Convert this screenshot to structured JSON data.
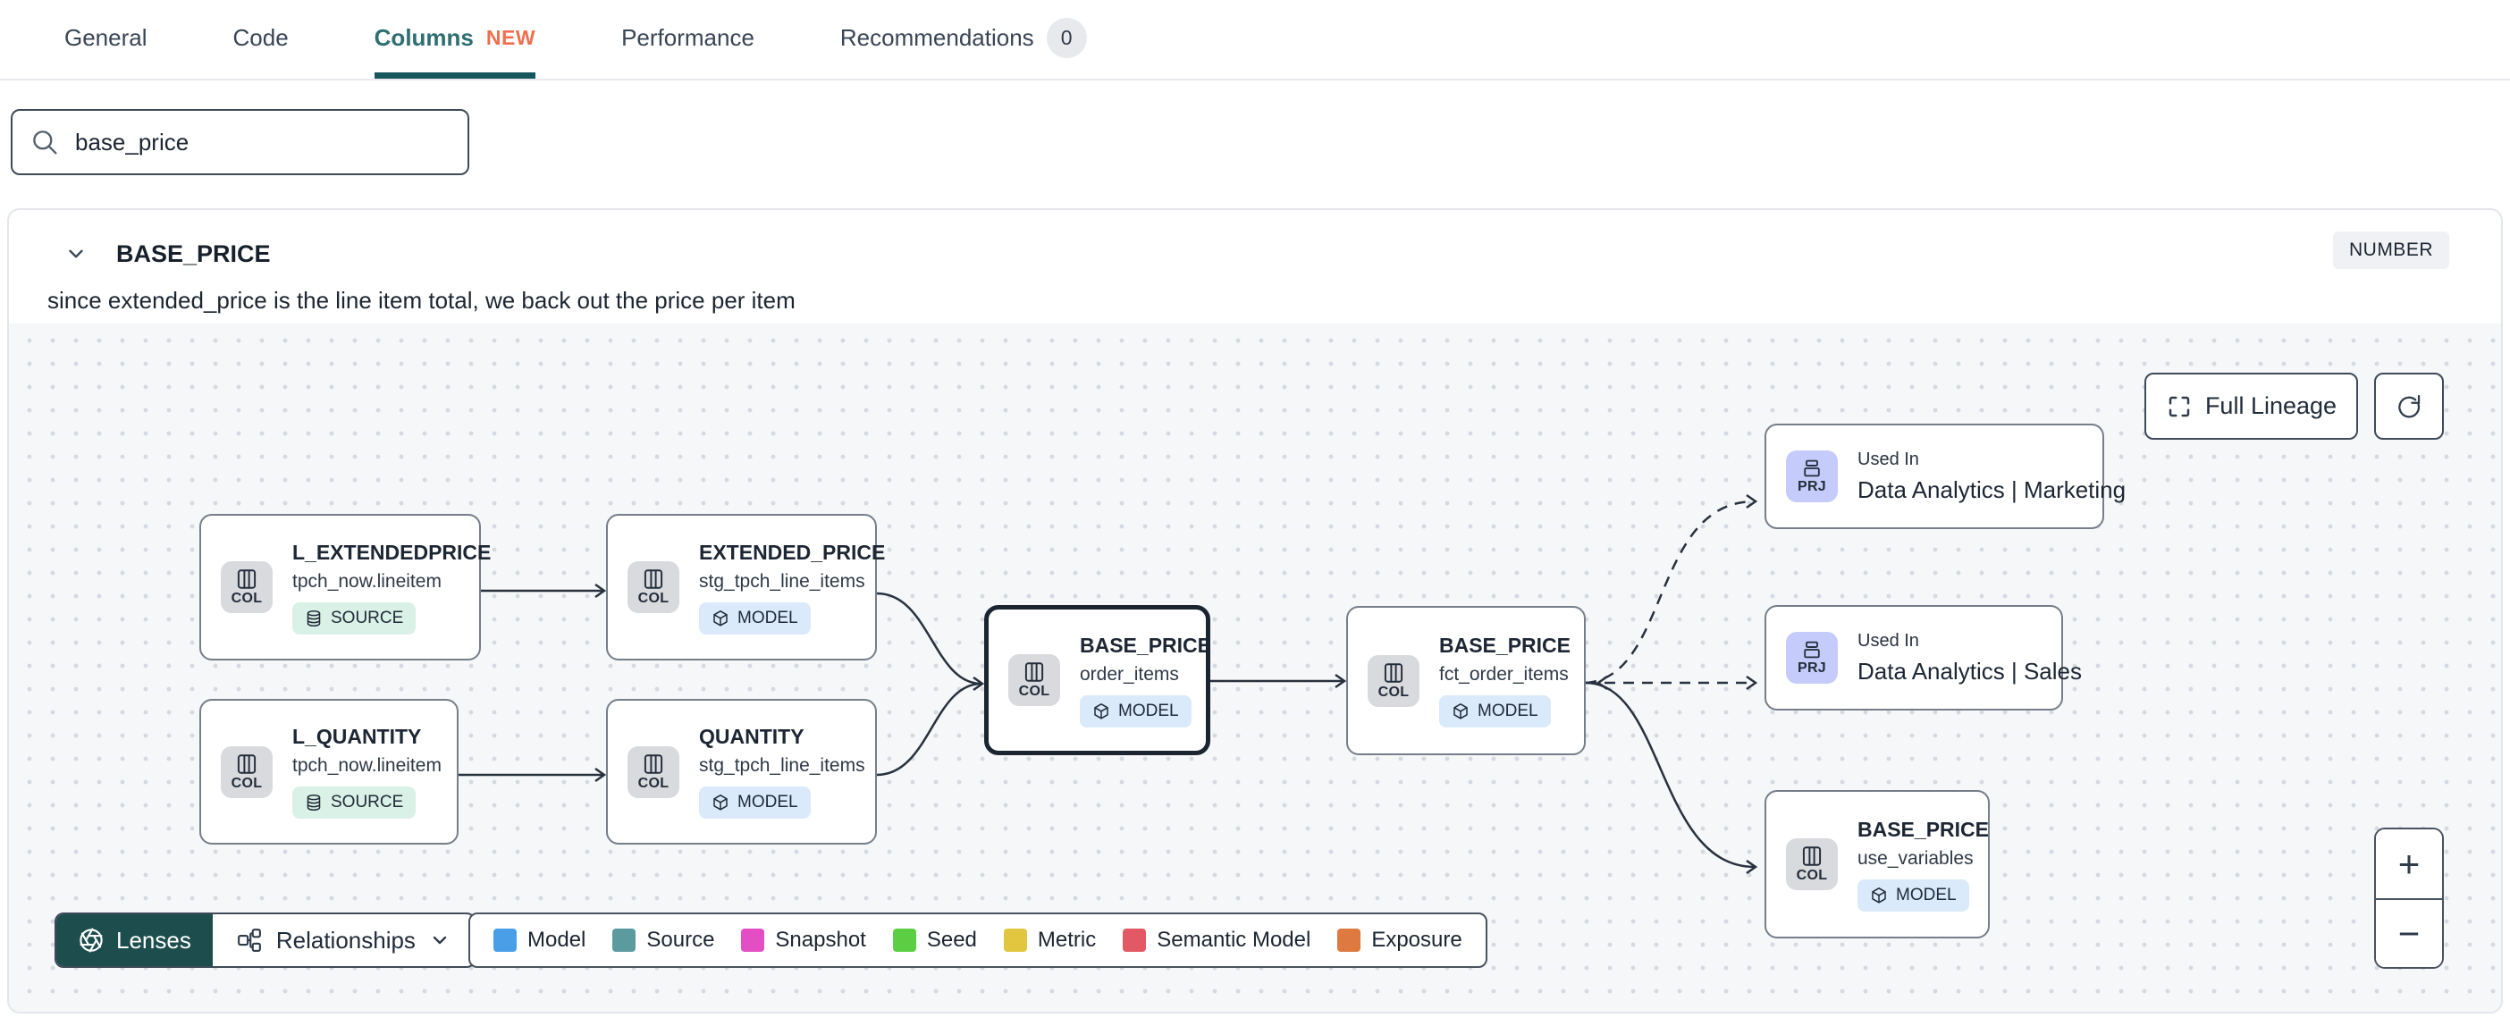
{
  "header": {
    "tabs": [
      {
        "label": "General"
      },
      {
        "label": "Code"
      },
      {
        "label": "Columns",
        "badge": "NEW"
      },
      {
        "label": "Performance"
      },
      {
        "label": "Recommendations",
        "count": "0"
      }
    ]
  },
  "search": {
    "value": "base_price"
  },
  "column": {
    "name": "BASE_PRICE",
    "data_type": "NUMBER",
    "description": "since extended_price is the line item total, we back out the price per item"
  },
  "lineage": {
    "controls": {
      "full_lineage": "Full Lineage",
      "zoom_in": "+",
      "zoom_out": "−"
    },
    "toolbar": {
      "lenses": "Lenses",
      "relationships": "Relationships"
    },
    "legend": [
      {
        "label": "Model",
        "color": "#4A9EE8"
      },
      {
        "label": "Source",
        "color": "#5B9B9E"
      },
      {
        "label": "Snapshot",
        "color": "#E44EC4"
      },
      {
        "label": "Seed",
        "color": "#5BCE44"
      },
      {
        "label": "Metric",
        "color": "#E2C63F"
      },
      {
        "label": "Semantic Model",
        "color": "#E25864"
      },
      {
        "label": "Exposure",
        "color": "#DE7A40"
      }
    ],
    "nodes": [
      {
        "chip": "COL",
        "title": "L_EXTENDEDPRICE",
        "subtitle": "tpch_now.lineitem",
        "badge": "SOURCE"
      },
      {
        "chip": "COL",
        "title": "EXTENDED_PRICE",
        "subtitle": "stg_tpch_line_items",
        "badge": "MODEL"
      },
      {
        "chip": "COL",
        "title": "L_QUANTITY",
        "subtitle": "tpch_now.lineitem",
        "badge": "SOURCE"
      },
      {
        "chip": "COL",
        "title": "QUANTITY",
        "subtitle": "stg_tpch_line_items",
        "badge": "MODEL"
      },
      {
        "chip": "COL",
        "title": "BASE_PRICE",
        "subtitle": "order_items",
        "badge": "MODEL"
      },
      {
        "chip": "COL",
        "title": "BASE_PRICE",
        "subtitle": "fct_order_items",
        "badge": "MODEL"
      },
      {
        "chip": "PRJ",
        "kicker": "Used In",
        "title": "Data Analytics | Marketing"
      },
      {
        "chip": "PRJ",
        "kicker": "Used In",
        "title": "Data Analytics | Sales"
      },
      {
        "chip": "COL",
        "title": "BASE_PRICE",
        "subtitle": "use_variables",
        "badge": "MODEL"
      }
    ]
  }
}
